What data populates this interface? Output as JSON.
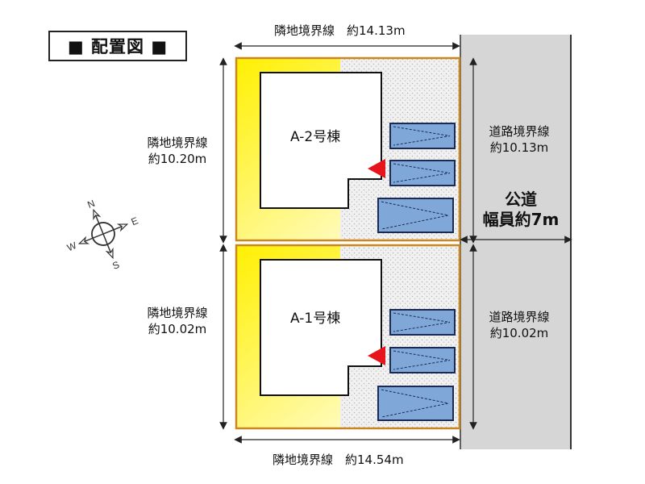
{
  "title": "■ 配置図 ■",
  "top_boundary": "隣地境界線　約14.13m",
  "bottom_boundary": "隣地境界線　約14.54m",
  "left_top_boundary": [
    "隣地境界線",
    "約10.20m"
  ],
  "left_bottom_boundary": [
    "隣地境界線",
    "約10.02m"
  ],
  "road_top_boundary": [
    "道路境界線",
    "約10.13m"
  ],
  "road_bottom_boundary": [
    "道路境界線",
    "約10.02m"
  ],
  "road": [
    "公道",
    "幅員約7m"
  ],
  "building_top": "A-2号棟",
  "building_bottom": "A-1号棟",
  "compass": {
    "n": "N",
    "e": "E",
    "s": "S",
    "w": "W"
  },
  "colors": {
    "lot_fill": "#fff23a",
    "lot_border": "#c8871f",
    "parking_fill": "#7fa8d8",
    "entrance_marker": "#e8141c",
    "road_fill": "#d6d6d6"
  }
}
